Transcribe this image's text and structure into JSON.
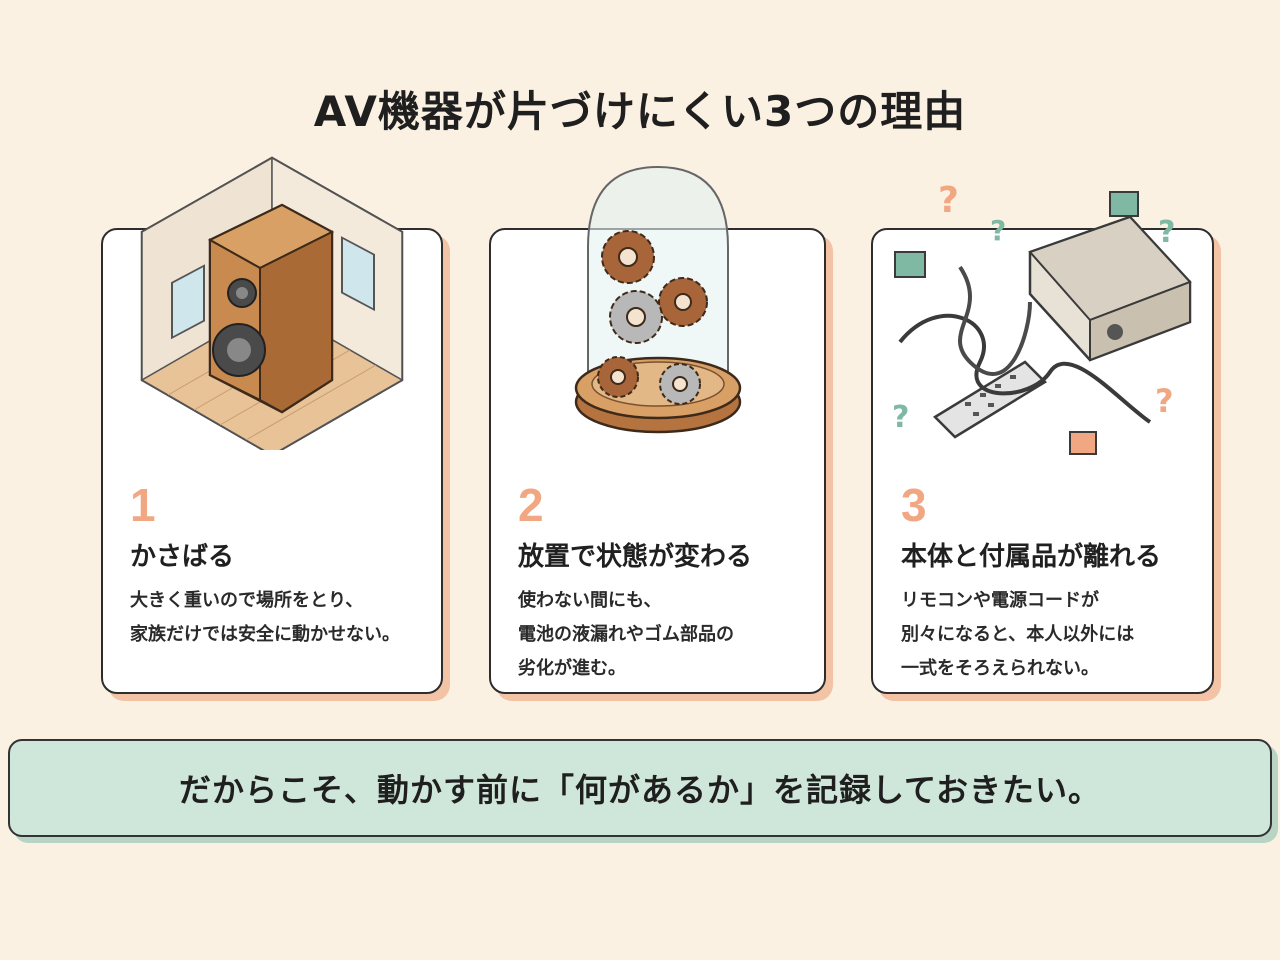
{
  "title": "AV機器が片づけにくい3つの理由",
  "cards": [
    {
      "number": "1",
      "heading": "かさばる",
      "lines": [
        "大きく重いので場所をとり、",
        "家族だけでは安全に動かせない。"
      ],
      "illustration": "speaker-room-icon"
    },
    {
      "number": "2",
      "heading": "放置で状態が変わる",
      "lines": [
        "使わない間にも、",
        "電池の液漏れやゴム部品の",
        "劣化が進む。"
      ],
      "illustration": "rusty-gears-dome-icon"
    },
    {
      "number": "3",
      "heading": "本体と付属品が離れる",
      "lines": [
        "リモコンや電源コードが",
        "別々になると、本人以外には",
        "一式をそろえられない。"
      ],
      "illustration": "receiver-remote-cables-icon"
    }
  ],
  "banner": "だからこそ、動かす前に「何があるか」を記録しておきたい。",
  "colors": {
    "background": "#faf1e2",
    "accent_number": "#f1a882",
    "card_shadow": "#f3c3a6",
    "banner_bg": "#cfe6da"
  }
}
